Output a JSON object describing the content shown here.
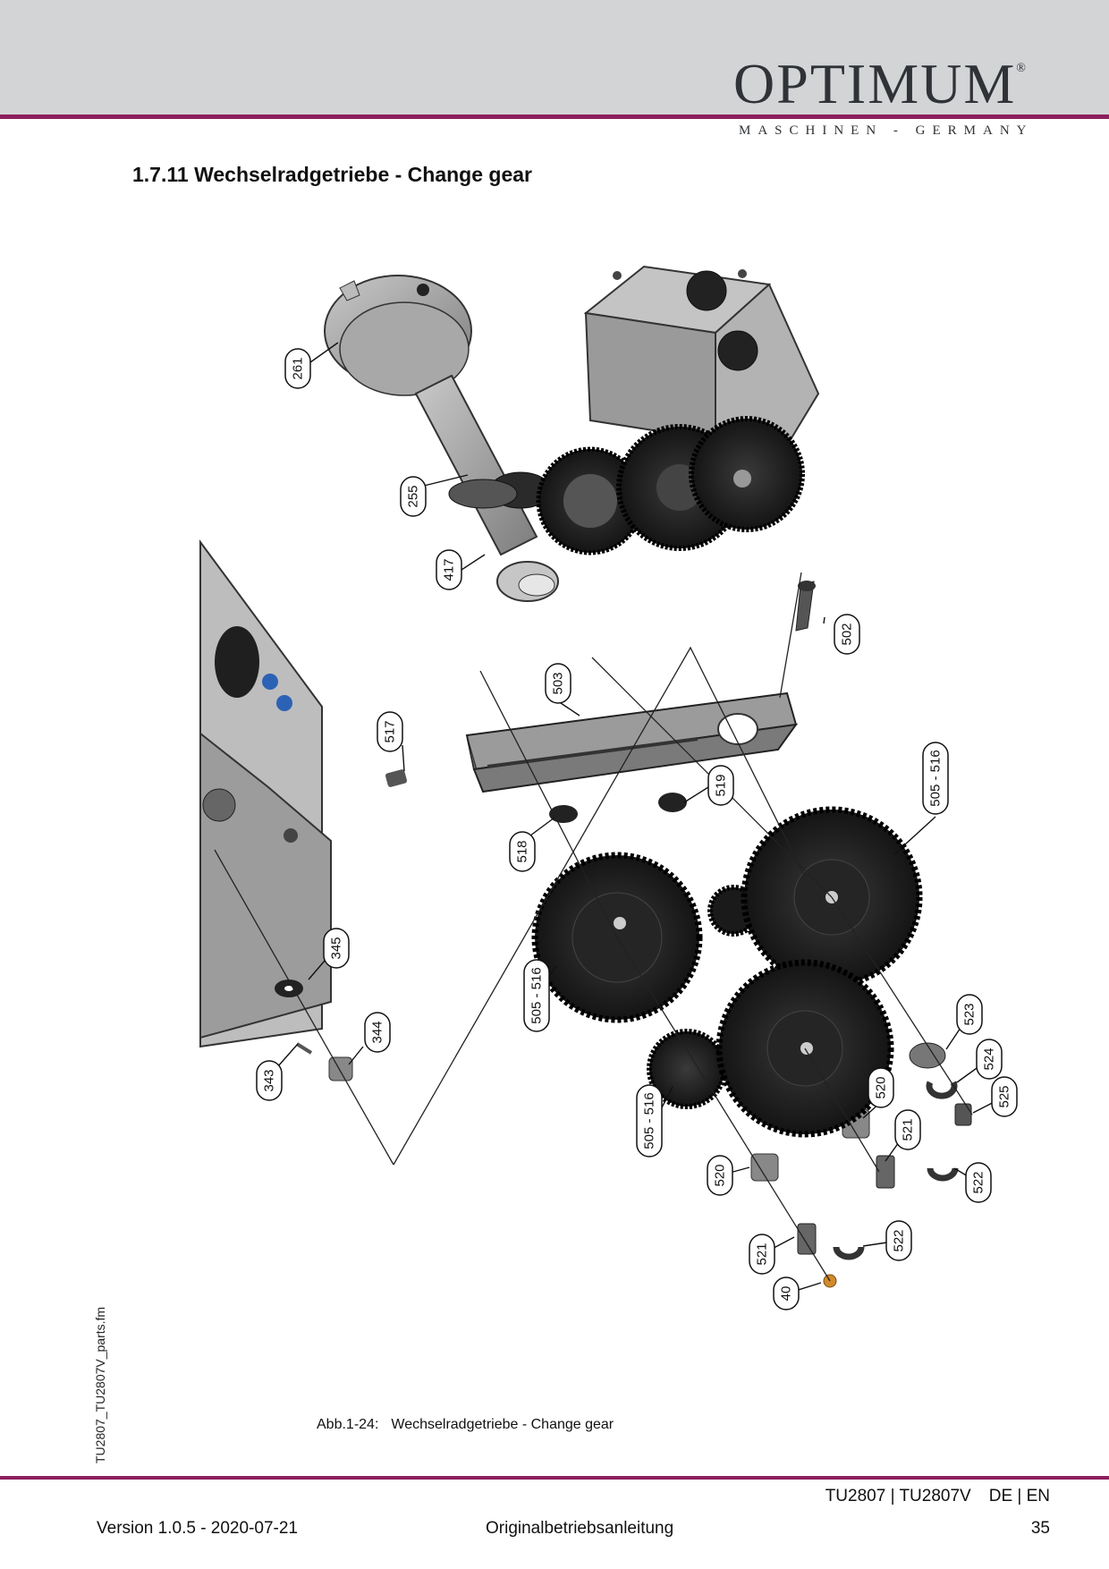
{
  "brand": {
    "name": "OPTIMUM",
    "reg_mark": "®",
    "tagline": "MASCHINEN - GERMANY"
  },
  "section": {
    "title": "1.7.11 Wechselradgetriebe - Change gear"
  },
  "side_label": "TU2807_TU2807V_parts.fm",
  "figure": {
    "caption_number": "Abb.1-24:",
    "caption_text": "Wechselradgetriebe - Change gear",
    "part_labels": [
      "261",
      "255",
      "417",
      "502",
      "503",
      "517",
      "519",
      "518",
      "505 - 516",
      "505 - 516",
      "345",
      "344",
      "343",
      "505 - 516",
      "523",
      "524",
      "525",
      "520",
      "521",
      "520",
      "522",
      "521",
      "522",
      "40"
    ]
  },
  "footer": {
    "model": "TU2807 | TU2807V",
    "lang": "DE | EN",
    "version": "Version 1.0.5 - 2020-07-21",
    "doc_type": "Originalbetriebsanleitung",
    "page": "35"
  },
  "colors": {
    "accent": "#8e1f5e",
    "header_band": "#d3d4d6",
    "logo": "#2f3236"
  }
}
